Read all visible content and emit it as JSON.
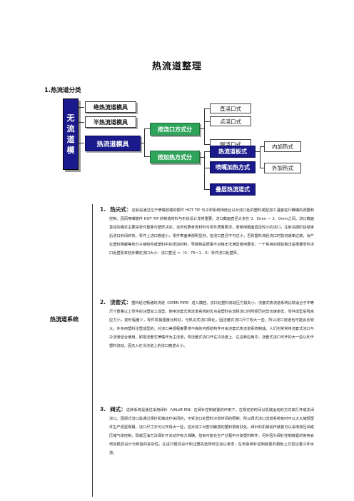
{
  "title": "热流道整理",
  "section": "1.热流道分类",
  "diagram": {
    "main": [
      "无",
      "流",
      "道",
      "模"
    ],
    "hot_runner_mold": "绝热流道模具",
    "semi_hot_runner_mold": "半热流道模具",
    "hot_runner": "热流道模具",
    "by_gate": "按浇口方式分",
    "by_heat": "按加热方式分",
    "gates": [
      "直浇口式",
      "点浇口式",
      "侧浇口式"
    ],
    "heat_types": [
      "热流道板式",
      "喷嘴加热方式",
      "叠层热流道式"
    ],
    "plate_sub": [
      "内加热式",
      "外加热式"
    ]
  },
  "system": {
    "label": "热流道系统",
    "items": [
      {
        "num": "1.",
        "head": "热尖式：",
        "text": "这就是通过位于喷嘴前端的额件 HOT TIP 与冷却系统相结合以对浇口处的塑料成型加工温度进行精确的调整和控制。因而喷嘴端件 HOT TIP 的制造材料与形状设计非常重要。浇口截面直径大多在 0．5mm — 2．0mm之间。浇口截面直径的确定主要由零件重量与壁厚决定，当然也要考虑材料与零件质量要求。若使用截面直径较小的浇口，注射充模阶段结束后浇口封闭的快，零件上浇口痕迹小，零件表面美观明显好。但浇口直径不可过小，否则塑料流经浇口时剪切速率过高，会产生塑料降解等热分子链结构或塑料中的添加材料，导致制品质量不合格无法满足使用要求。一个常用的经验做法是根据零件浇口处壁厚来初步确定浇口大小：浇口直径 ＝（0．75～1．0）零件浇口处壁厚。"
      },
      {
        "num": "2.",
        "head": "浇套式：",
        "text": "塑料经过畅通的浇道（OPEN PIPE）进入模腔。浇口处塑料流动压力损失小，浇套式热流道系统比较适合于中等尺寸重量以上零件的注塑加工成型。使用浇套式热流道系统的优点是塑料在流经浇口时所经历的剪切速率低，零件成型后残余应力小，变形程度少，零件机械强度比较好，与热尖式浇口相比，因浇套式浇口尺寸较大一些，所以浇口流道也可能会比较大。许多用塑料注塑成型的，对浇口美观程度要求不高的内部结构件可由浇套式热流道系统制成。人们也常常将浇套式浇口与冷浇道结合使用，即把浇套式喷嘴作为主浇道，将浇套式浇口开在冷浇道上，在这种应用中，浇套式浇口可开的大一些以利于塑料流动，因无入在冷浇道上的浇口痕迹大小。"
      },
      {
        "num": "3.",
        "head": "阀式：",
        "text": "这种系统是通过采用阀针（VALVE PIN）在阀针控制装置的作用下，在规定的时间以机械运动的方式来打开或关闭浇口。因阀式浇口是通过阀针机械动作关闭的，不受浇口处塑料冷却时间的限制，所以阀式浇口流道系统有时可以大大缩短塑件生产成型周期，浇口尺寸亦可以开得大一些，这对加工对剪切敏感的塑料很有好处。阀针的机械动作装置可以采用液压油或压缩气体控制。阳或压油方法阀针开关动作有力准确，但有可能在生产过程中污染塑料制件，另外因为阀针控制装置的使用会增加模具设计与制造的复杂性。在进行模具设计和注塑机选择时应加以考虑，在安装阀针控制装置的模板上亦需设置冷却水道。"
      }
    ]
  }
}
